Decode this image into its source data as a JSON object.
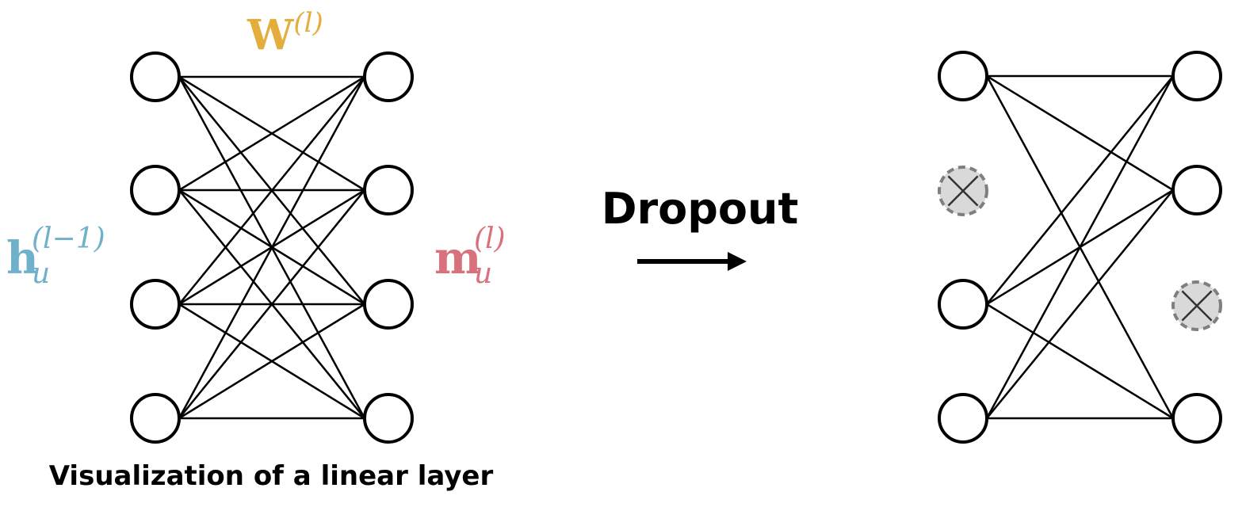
{
  "colors": {
    "weight": "#E3AE3C",
    "input": "#6FB0CB",
    "output": "#D9717C",
    "stroke": "#000000",
    "dropped_fill": "#D9D9D9",
    "dropped_stroke": "#7F7F7F"
  },
  "left_network": {
    "weight_label": {
      "base": "W",
      "sup": "(l)"
    },
    "input_label": {
      "base": "h",
      "sup": "(l−1)",
      "sub": "u"
    },
    "output_label": {
      "base": "m",
      "sup": "(l)",
      "sub": "u"
    },
    "caption": "Visualization of a linear layer",
    "input_nodes": 4,
    "output_nodes": 4,
    "connections": "fully-connected"
  },
  "arrow": {
    "label": "Dropout"
  },
  "right_network": {
    "input_nodes": [
      {
        "dropped": false
      },
      {
        "dropped": true
      },
      {
        "dropped": false
      },
      {
        "dropped": false
      }
    ],
    "output_nodes": [
      {
        "dropped": false
      },
      {
        "dropped": false
      },
      {
        "dropped": true
      },
      {
        "dropped": false
      }
    ],
    "dropped_icon": "cross-circle-icon"
  }
}
